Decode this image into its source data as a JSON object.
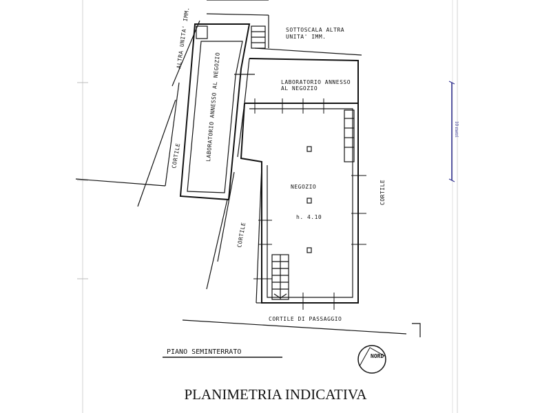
{
  "plan": {
    "labels": {
      "sottoscala_1": "SOTTOSCALA ALTRA",
      "sottoscala_2": "UNITA' IMM.",
      "altra_unita": "ALTRA UNITA' IMM.",
      "laboratorio_left": "LABORATORIO ANNESSO AL NEGOZIO",
      "laboratorio_top_1": "LABORATORIO ANNESSO",
      "laboratorio_top_2": "AL NEGOZIO",
      "cortile_left": "CORTILE",
      "cortile_mid": "CORTILE",
      "cortile_right": "CORTILE",
      "negozio": "NEGOZIO",
      "height": "h. 4.10",
      "cortile_passaggio": "CORTILE DI PASSAGGIO",
      "floor": "PIANO SEMINTERRATO",
      "north": "NORD"
    },
    "scale_label": "10 metri",
    "title": "PLANIMETRIA INDICATIVA"
  },
  "colors": {
    "ink": "#111111",
    "scale": "#2a2a8c",
    "border": "#c8c8c8"
  }
}
